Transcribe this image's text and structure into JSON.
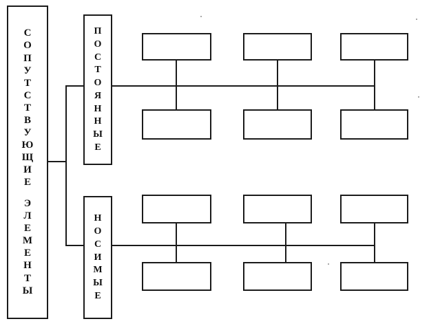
{
  "diagram": {
    "type": "hierarchical-block-diagram",
    "language": "ru",
    "orientation": "left-to-right",
    "background_color": "#ffffff",
    "line_color": "#1a1a1a",
    "root": {
      "id": "root",
      "label": "СОПУТСТВУЮЩИЕ ЭЛЕМЕНТЫ",
      "text_orientation": "vertical-stacked-letters",
      "letters": [
        "С",
        "О",
        "П",
        "У",
        "Т",
        "С",
        "Т",
        "В",
        "У",
        "Ю",
        "Щ",
        "И",
        "Е",
        "",
        "Э",
        "Л",
        "Е",
        "М",
        "Е",
        "Н",
        "Т",
        "Ы"
      ]
    },
    "branches": [
      {
        "id": "permanent",
        "label": "ПОСТОЯННЫЕ",
        "text_orientation": "vertical-stacked-letters",
        "letters": [
          "П",
          "О",
          "С",
          "Т",
          "О",
          "Я",
          "Н",
          "Н",
          "Ы",
          "Е"
        ],
        "children_count": 6,
        "children": [
          {
            "id": "perm-r1-c1",
            "label": "",
            "row": 1,
            "column": 1
          },
          {
            "id": "perm-r1-c2",
            "label": "",
            "row": 1,
            "column": 2
          },
          {
            "id": "perm-r1-c3",
            "label": "",
            "row": 1,
            "column": 3
          },
          {
            "id": "perm-r2-c1",
            "label": "",
            "row": 2,
            "column": 1
          },
          {
            "id": "perm-r2-c2",
            "label": "",
            "row": 2,
            "column": 2
          },
          {
            "id": "perm-r2-c3",
            "label": "",
            "row": 2,
            "column": 3
          }
        ]
      },
      {
        "id": "wearable",
        "label": "НОСИМЫЕ",
        "text_orientation": "vertical-stacked-letters",
        "letters": [
          "Н",
          "О",
          "С",
          "И",
          "М",
          "Ы",
          "Е"
        ],
        "children_count": 6,
        "children": [
          {
            "id": "wear-r1-c1",
            "label": "",
            "row": 1,
            "column": 1
          },
          {
            "id": "wear-r1-c2",
            "label": "",
            "row": 1,
            "column": 2
          },
          {
            "id": "wear-r1-c3",
            "label": "",
            "row": 1,
            "column": 3
          },
          {
            "id": "wear-r2-c1",
            "label": "",
            "row": 2,
            "column": 1
          },
          {
            "id": "wear-r2-c2",
            "label": "",
            "row": 2,
            "column": 2
          },
          {
            "id": "wear-r2-c3",
            "label": "",
            "row": 2,
            "column": 3
          }
        ]
      }
    ]
  }
}
